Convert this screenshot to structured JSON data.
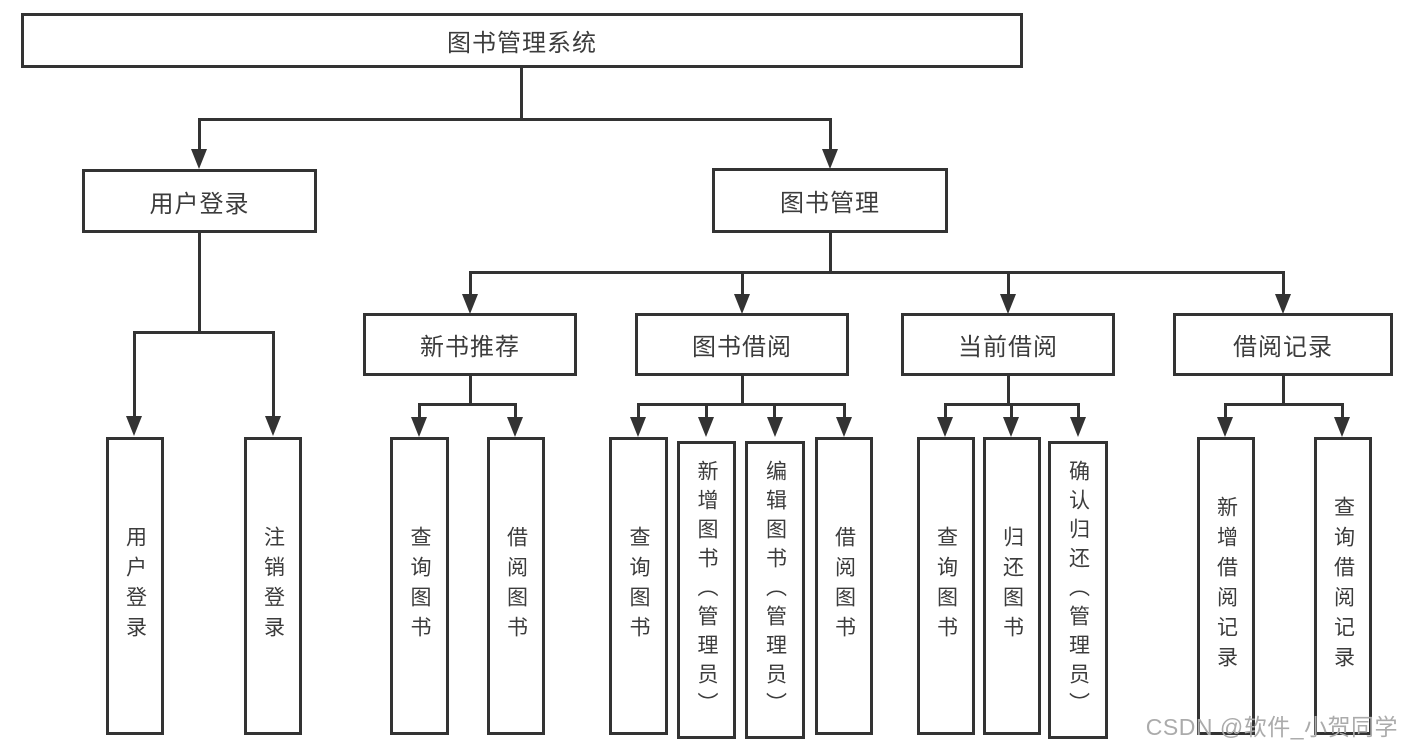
{
  "root": {
    "label": "图书管理系统"
  },
  "level2": {
    "user_login": {
      "label": "用户登录"
    },
    "book_management": {
      "label": "图书管理"
    }
  },
  "level3": {
    "new_book_recommend": {
      "label": "新书推荐"
    },
    "book_borrow": {
      "label": "图书借阅"
    },
    "current_borrow": {
      "label": "当前借阅"
    },
    "borrow_records": {
      "label": "借阅记录"
    }
  },
  "leaves": {
    "user_login": {
      "label": "用户登录"
    },
    "logout": {
      "label": "注销登录"
    },
    "recommend_query_books": {
      "label": "查询图书"
    },
    "recommend_borrow_books": {
      "label": "借阅图书"
    },
    "borrow_query_books": {
      "label": "查询图书"
    },
    "borrow_add_books_admin": {
      "label": "新增图书（管理员）"
    },
    "borrow_edit_books_admin": {
      "label": "编辑图书（管理员）"
    },
    "borrow_borrow_books": {
      "label": "借阅图书"
    },
    "current_query_books": {
      "label": "查询图书"
    },
    "current_return_books": {
      "label": "归还图书"
    },
    "current_confirm_return_admin": {
      "label": "确认归还（管理员）"
    },
    "records_add_record": {
      "label": "新增借阅记录"
    },
    "records_query_record": {
      "label": "查询借阅记录"
    }
  },
  "watermark": {
    "text": "CSDN @软件_小贺同学"
  },
  "colors": {
    "line": "#333333",
    "text": "#3c3c3c",
    "watermark": "#ababab",
    "background": "#ffffff"
  }
}
